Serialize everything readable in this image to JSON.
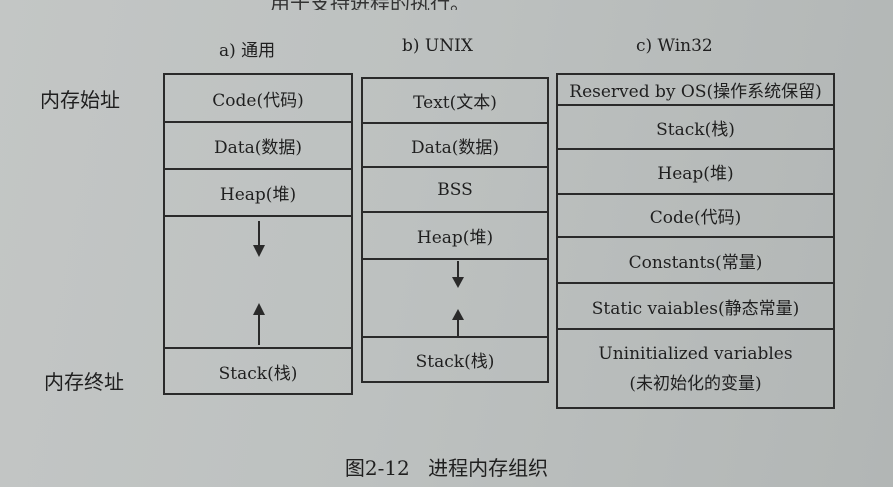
{
  "top_fragment": "用于支持进程的执行。",
  "columns": {
    "general": {
      "title": "a) 通用",
      "segments": [
        "Code(代码)",
        "Data(数据)",
        "Heap(堆)",
        "Stack(栈)"
      ]
    },
    "unix": {
      "title": "b) UNIX",
      "segments": [
        "Text(文本)",
        "Data(数据)",
        "BSS",
        "Heap(堆)",
        "Stack(栈)"
      ]
    },
    "win32": {
      "title": "c) Win32",
      "segments": [
        "Reserved by OS(操作系统保留)",
        "Stack(栈)",
        "Heap(堆)",
        "Code(代码)",
        "Constants(常量)",
        "Static vaiables(静态常量)"
      ],
      "last_segment_lines": [
        "Uninitialized variables",
        "(未初始化的变量)"
      ]
    }
  },
  "side_labels": {
    "start": "内存始址",
    "end": "内存终址"
  },
  "caption": {
    "number": "图2-12",
    "text": "进程内存组织"
  }
}
